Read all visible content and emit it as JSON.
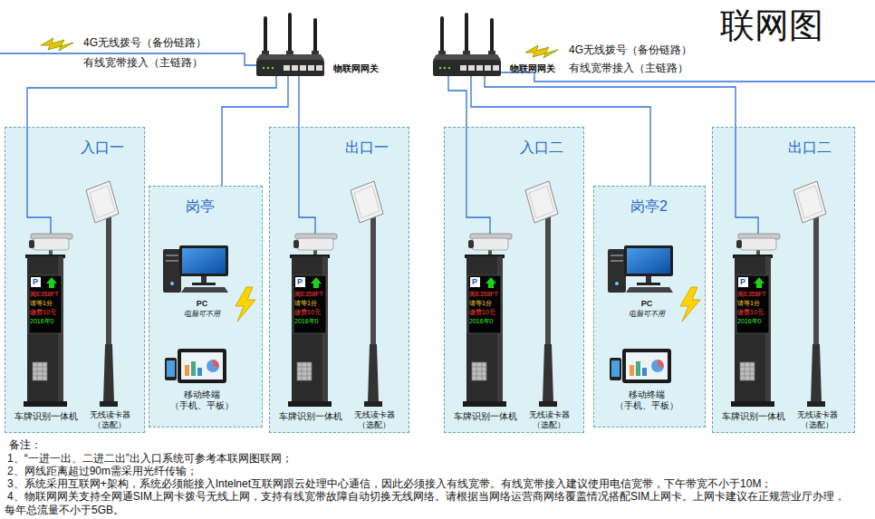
{
  "diagram": {
    "title": "联网图",
    "nodes": [
      {
        "text": [
          "物联网网关"
        ]
      },
      {
        "text": [
          "物联网网关"
        ]
      },
      {
        "text": [
          "入口一",
          "车牌识别一体机",
          "无线读卡器 （选配）"
        ]
      },
      {
        "text": [
          "岗亭",
          "PC",
          "电脑可不用",
          "移动终端 （手机、平板）"
        ]
      },
      {
        "text": [
          "出口一",
          "车牌识别一体机",
          "无线读卡器 （选配）"
        ]
      },
      {
        "text": [
          "入口二",
          "车牌识别一体机",
          "无线读卡器 （选配）"
        ]
      },
      {
        "text": [
          "岗亭2",
          "PC",
          "电脑可不用",
          "移动终端 （手机、平板）"
        ]
      },
      {
        "text": [
          "出口二",
          "车牌识别一体机",
          "无线读卡器 （选配）"
        ]
      }
    ],
    "edges": [
      {
        "from": 0,
        "to": 2,
        "arrow": "none"
      },
      {
        "from": 0,
        "to": 4,
        "arrow": "none"
      },
      {
        "from": 0,
        "to": 3,
        "arrow": "none"
      },
      {
        "from": 1,
        "to": 5,
        "arrow": "none"
      },
      {
        "from": 1,
        "to": 7,
        "arrow": "none"
      },
      {
        "from": 1,
        "to": 6,
        "arrow": "none"
      }
    ],
    "labels": [
      "4G无线拨号（备份链路）",
      "有线宽带接入（主链路）",
      "4G无线拨号（备份链路）",
      "有线宽带接入（主链路）",
      "P",
      "闽E358FT",
      "请等1分",
      "缴费10元",
      "2016年0",
      "P",
      "闽E358FT",
      "请等1分",
      "缴费10元",
      "2016年0",
      "P",
      "闽E358FT",
      "请等1分",
      "缴费10元",
      "2016年0",
      "P",
      "闽E358FT",
      "请等1分",
      "缴费10元",
      "2016年0",
      "备注：",
      "1、“一进一出、二进二出”出入口系统可参考本联网图联网；",
      "2、网线距离超过90m需采用光纤传输；",
      "3、系统采用互联网+架构，系统必须能接入Intelnet互联网跟云处理中心通信，因此必须接入有线宽带。有线宽带接入建议使用电信宽带，下午带宽不小于10M；",
      "4、物联网网关支持全网通SIM上网卡拨号无线上网，支持有线宽带故障自动切换无线网络。请根据当网络运营商网络覆盖情况搭配SIM上网卡。上网卡建议在正规营业厅办理，",
      "每年总流量不小于5GB。"
    ]
  }
}
